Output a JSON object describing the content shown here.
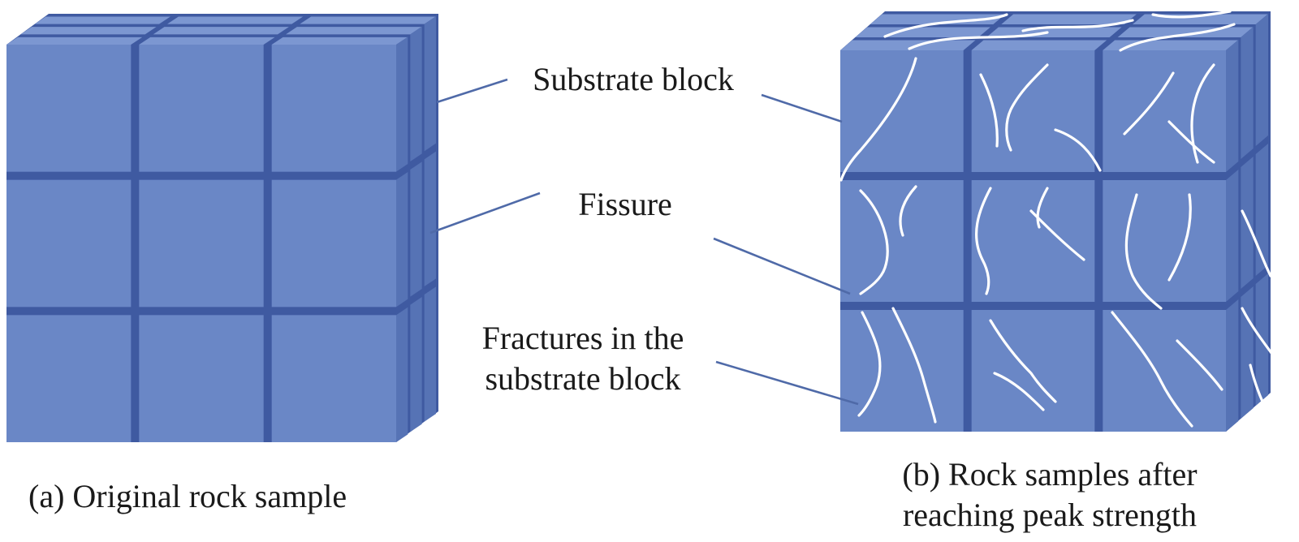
{
  "colors": {
    "block_front": "#6a87c6",
    "block_top": "#7c97d1",
    "block_side": "#5673b5",
    "gap": "#3f5aa1",
    "crack": "#ffffff",
    "leader_line": "#4f6aa8",
    "text": "#1a1a1a"
  },
  "labels": {
    "substrate_block": "Substrate block",
    "fissure": "Fissure",
    "fractures_line1": "Fractures in the",
    "fractures_line2": "substrate block"
  },
  "captions": {
    "a": "(a) Original rock sample",
    "b_line1": "(b) Rock samples after",
    "b_line2": "reaching peak strength"
  },
  "grid": {
    "rows": 3,
    "cols": 3
  }
}
